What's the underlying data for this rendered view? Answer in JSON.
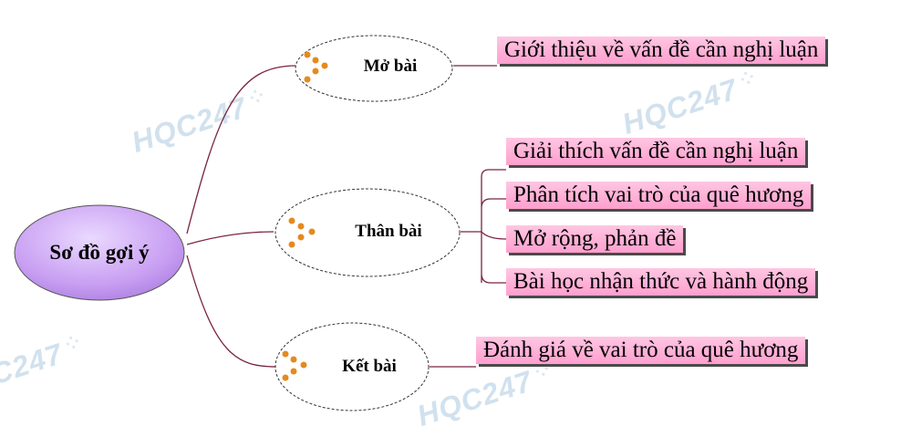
{
  "root": {
    "label": "Sơ đồ gợi ý"
  },
  "sections": [
    {
      "label": "Mở bài",
      "items": [
        "Giới thiệu về vấn đề cần nghị luận"
      ]
    },
    {
      "label": "Thân bài",
      "items": [
        "Giải thích vấn đề cần nghị luận",
        "Phân tích vai trò của quê hương",
        "Mở rộng, phản đề",
        "Bài học nhận thức và hành động"
      ]
    },
    {
      "label": "Kết bài",
      "items": [
        "Đánh giá về vai trò của quê hương"
      ]
    }
  ],
  "watermark": "HQC247",
  "colors": {
    "root_fill": "#c89ef2",
    "connector": "#7a2444",
    "leaf_fill": "#ffb3d9",
    "bullet": "#e58a1f"
  }
}
